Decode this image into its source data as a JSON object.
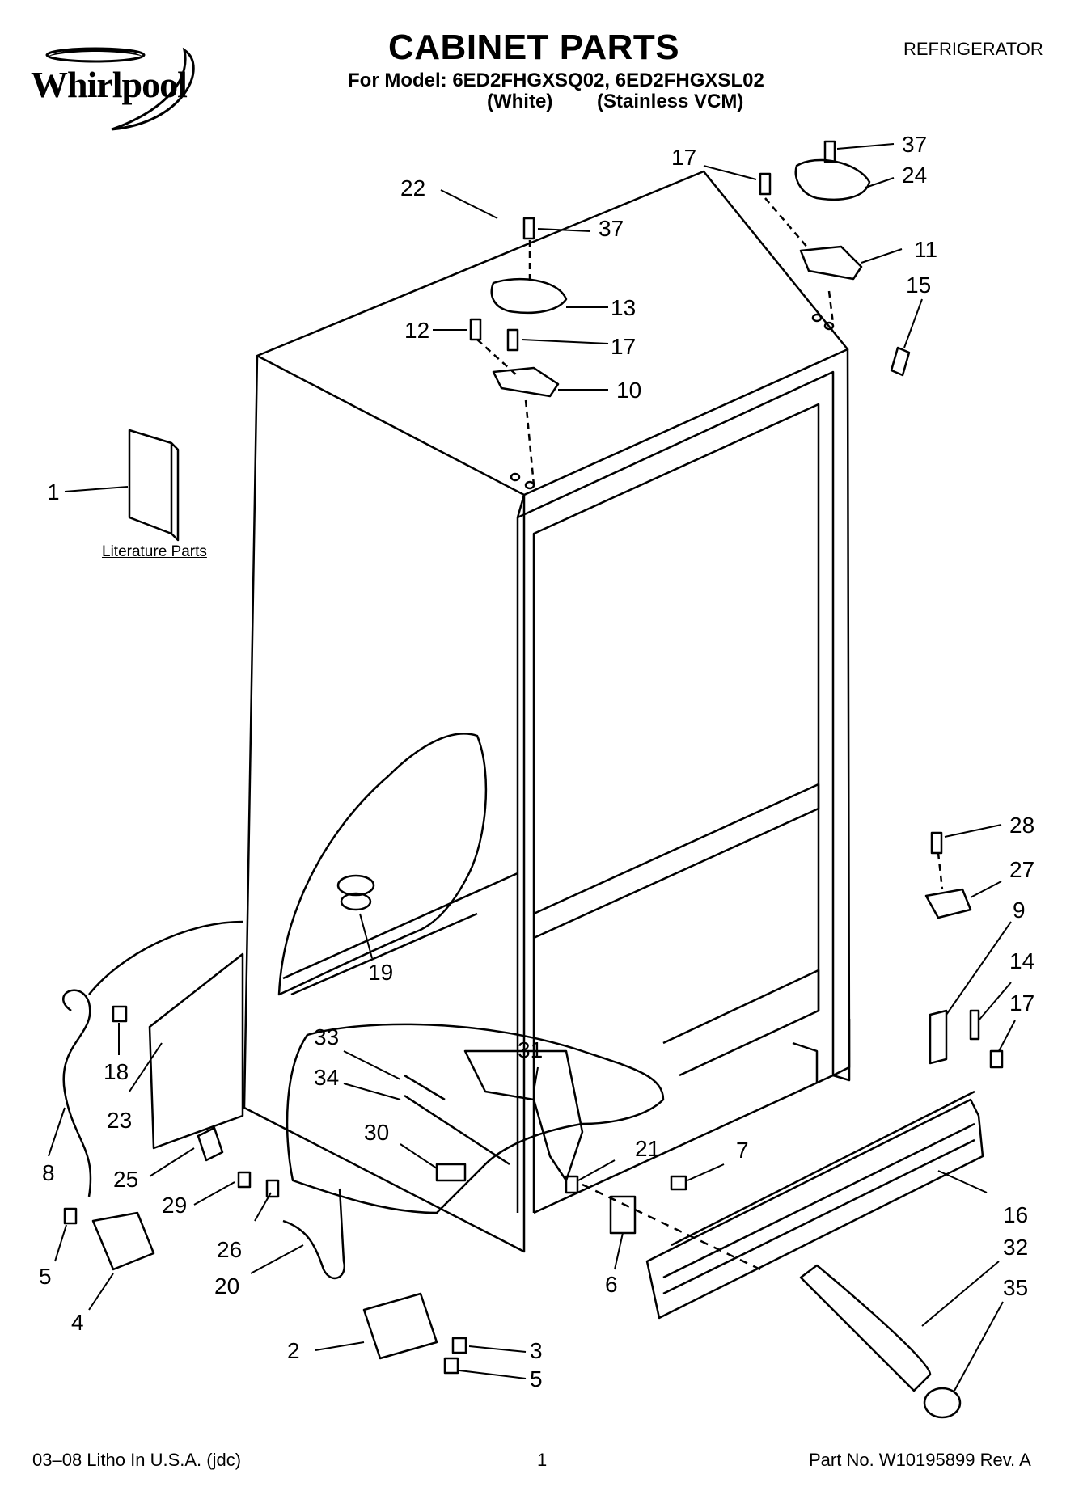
{
  "brand": "Whirlpool",
  "title": "CABINET PARTS",
  "model_line": "For Model: 6ED2FHGXSQ02, 6ED2FHGXSL02",
  "variant_white": "(White)",
  "variant_stainless": "(Stainless VCM)",
  "category": "REFRIGERATOR",
  "literature_label": "Literature Parts",
  "footer": {
    "left": "03–08 Litho In U.S.A. (jdc)",
    "page": "1",
    "right": "Part No. W10195899 Rev. A"
  },
  "callouts": [
    {
      "id": "c22",
      "text": "22"
    },
    {
      "id": "c17a",
      "text": "17"
    },
    {
      "id": "c37a",
      "text": "37"
    },
    {
      "id": "c24",
      "text": "24"
    },
    {
      "id": "c37b",
      "text": "37"
    },
    {
      "id": "c11",
      "text": "11"
    },
    {
      "id": "c15",
      "text": "15"
    },
    {
      "id": "c13",
      "text": "13"
    },
    {
      "id": "c12",
      "text": "12"
    },
    {
      "id": "c17b",
      "text": "17"
    },
    {
      "id": "c10",
      "text": "10"
    },
    {
      "id": "c1",
      "text": "1"
    },
    {
      "id": "c28",
      "text": "28"
    },
    {
      "id": "c27",
      "text": "27"
    },
    {
      "id": "c9",
      "text": "9"
    },
    {
      "id": "c14",
      "text": "14"
    },
    {
      "id": "c17c",
      "text": "17"
    },
    {
      "id": "c19",
      "text": "19"
    },
    {
      "id": "c18",
      "text": "18"
    },
    {
      "id": "c23",
      "text": "23"
    },
    {
      "id": "c33",
      "text": "33"
    },
    {
      "id": "c31",
      "text": "31"
    },
    {
      "id": "c34",
      "text": "34"
    },
    {
      "id": "c30",
      "text": "30"
    },
    {
      "id": "c21",
      "text": "21"
    },
    {
      "id": "c7",
      "text": "7"
    },
    {
      "id": "c8",
      "text": "8"
    },
    {
      "id": "c25",
      "text": "25"
    },
    {
      "id": "c29",
      "text": "29"
    },
    {
      "id": "c16",
      "text": "16"
    },
    {
      "id": "c26",
      "text": "26"
    },
    {
      "id": "c32",
      "text": "32"
    },
    {
      "id": "c5a",
      "text": "5"
    },
    {
      "id": "c6",
      "text": "6"
    },
    {
      "id": "c20",
      "text": "20"
    },
    {
      "id": "c35",
      "text": "35"
    },
    {
      "id": "c4",
      "text": "4"
    },
    {
      "id": "c2",
      "text": "2"
    },
    {
      "id": "c3",
      "text": "3"
    },
    {
      "id": "c5b",
      "text": "5"
    }
  ]
}
